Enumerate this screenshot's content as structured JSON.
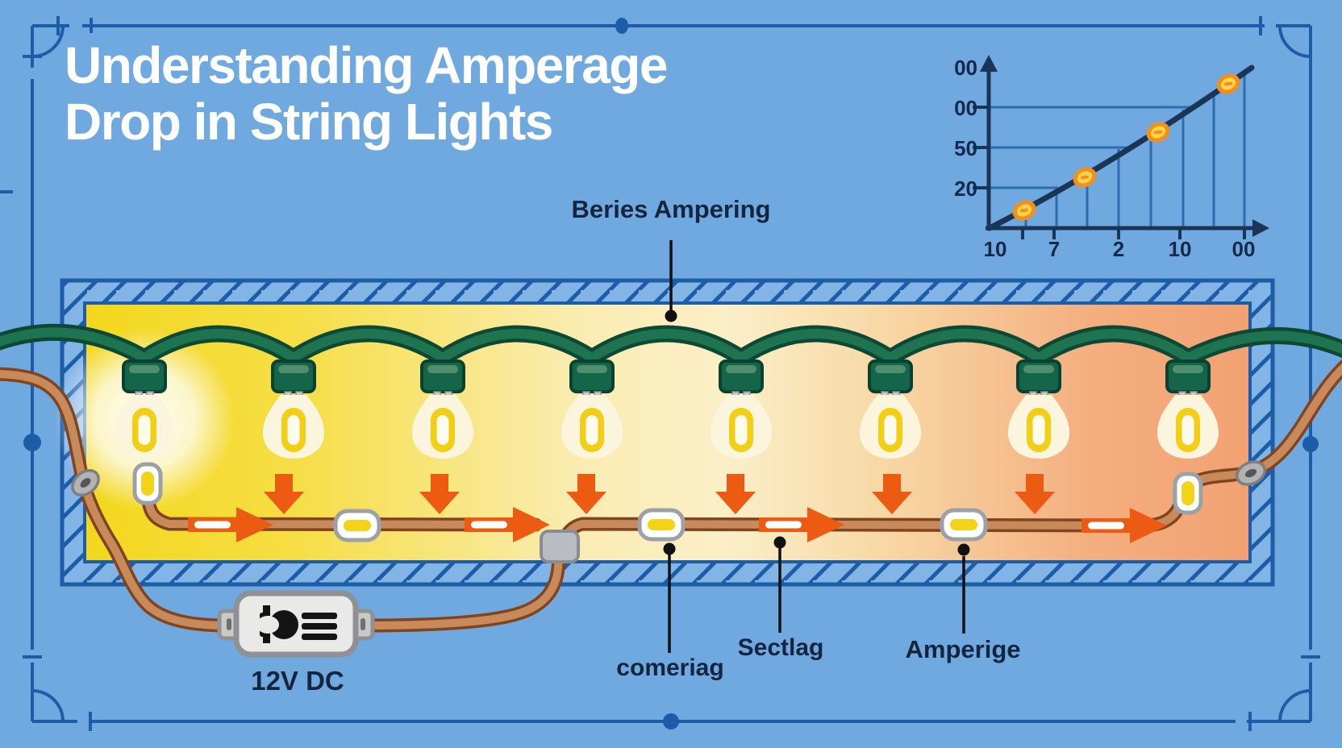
{
  "page": {
    "background_color": "#6FA9DF",
    "border_color": "#1D5CA6"
  },
  "title": {
    "line1": "Understanding Amperage",
    "line2": "Drop in String Lights",
    "color": "#FFFFFF"
  },
  "diagram": {
    "bulb_count": 8,
    "power_label": "12V DC",
    "callouts": {
      "top": "Beries Ampering",
      "bottom_left": "comeriag",
      "bottom_middle": "Sectlag",
      "bottom_right": "Amperige"
    },
    "wire_colors": {
      "string_wire_green": "#1E7350",
      "power_wire_copper": "#C8895B",
      "arrow_orange": "#ED5A12"
    },
    "panel_gradient_left_to_right": [
      "#F3D71D",
      "#FAECB0",
      "#F2A172"
    ],
    "connector_yellow": "#F2D318"
  },
  "chart_data": {
    "type": "line",
    "title": "",
    "xlabel": "",
    "ylabel": "",
    "y_tick_labels_top_to_bottom": [
      "00",
      "00",
      "50",
      "20"
    ],
    "x_tick_labels": [
      "10",
      "7",
      "2",
      "10",
      "00"
    ],
    "line_color": "#1B3557",
    "grid_color": "#2E6CB0",
    "point_color": "#F0901F",
    "grid": "horizontal gridlines at each y tick, vertical droplines from line to x axis",
    "trend": "straight rising line from axis origin to top right",
    "points_fraction_of_axes": [
      {
        "x": 0.13,
        "y": 0.11
      },
      {
        "x": 0.36,
        "y": 0.32
      },
      {
        "x": 0.64,
        "y": 0.6
      },
      {
        "x": 0.91,
        "y": 0.9
      }
    ]
  }
}
